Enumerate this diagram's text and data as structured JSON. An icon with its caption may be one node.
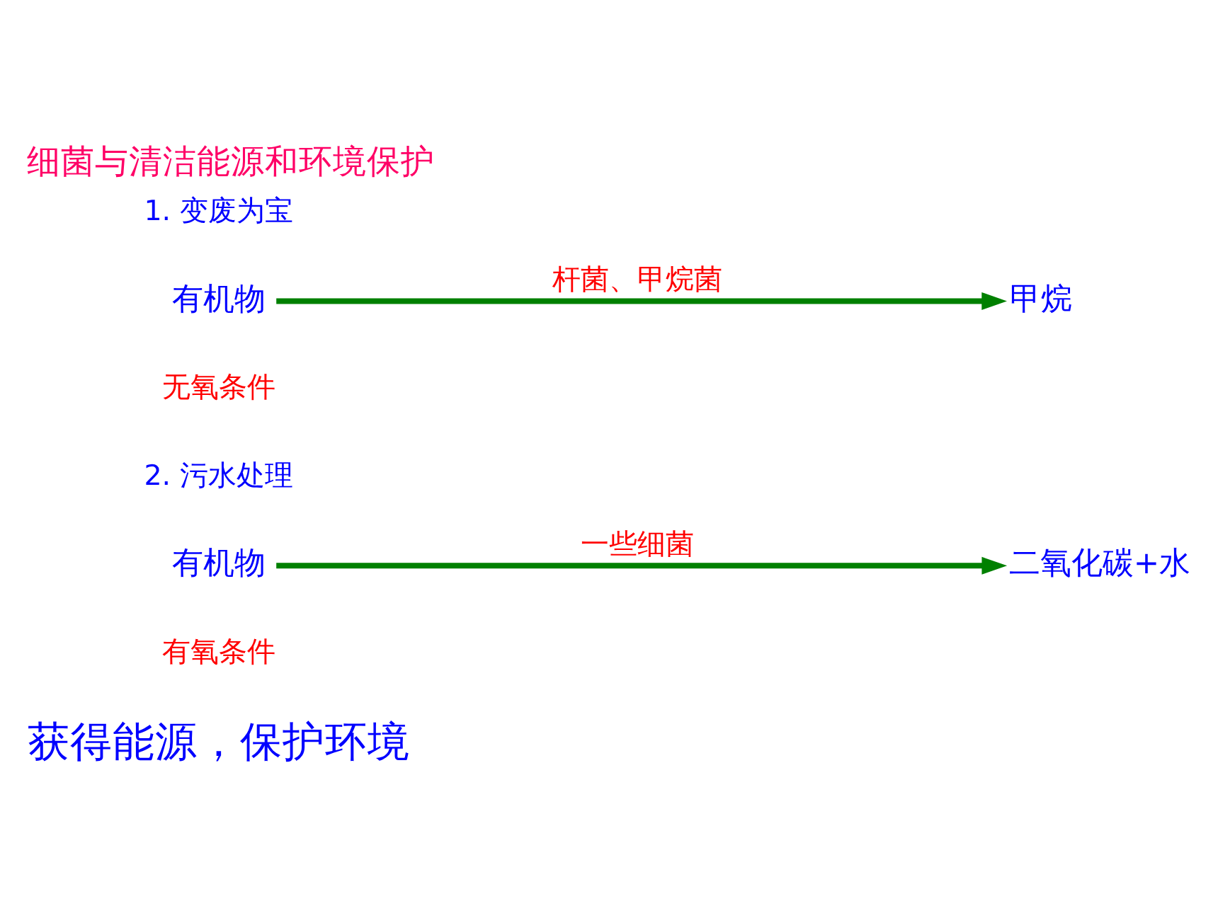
{
  "diagram": {
    "title": "细菌与清洁能源和环境保护",
    "nodes": [
      {
        "text": [
          "有机物"
        ]
      },
      {
        "text": [
          "甲烷"
        ]
      },
      {
        "text": [
          "有机物"
        ]
      },
      {
        "text": [
          "二氧化碳+水"
        ]
      }
    ],
    "edges": [
      {
        "from": 0,
        "to": 1,
        "arrow": "to",
        "label": "杆菌、甲烷菌"
      },
      {
        "from": 2,
        "to": 3,
        "arrow": "to",
        "label": "一些细菌"
      }
    ],
    "labels": [
      "1. 变废为宝",
      "无氧条件",
      "2. 污水处理",
      "有氧条件",
      "获得能源，保护环境"
    ]
  }
}
